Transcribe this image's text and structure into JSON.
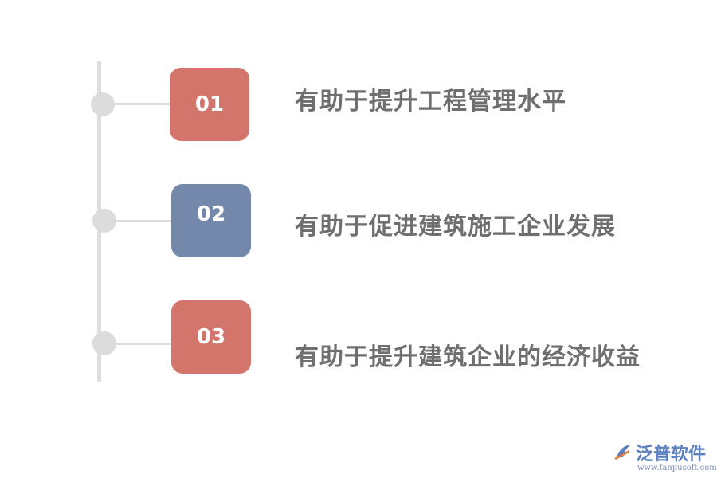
{
  "items": [
    {
      "number": "01",
      "text": "有助于提升工程管理水平",
      "color": "#d4756b"
    },
    {
      "number": "02",
      "text": "有助于促进建筑施工企业发展",
      "color": "#7488ab"
    },
    {
      "number": "03",
      "text": "有助于提升建筑企业的经济收益",
      "color": "#d4756b"
    }
  ],
  "logo": {
    "name": "泛普软件",
    "url": "www.fanpusoft.com"
  }
}
